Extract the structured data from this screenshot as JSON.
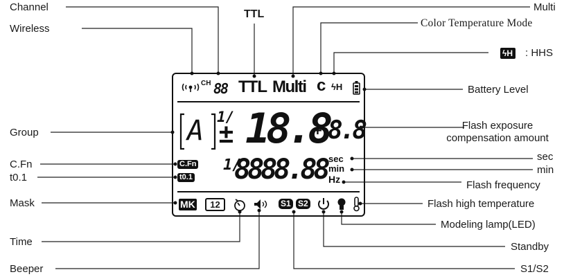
{
  "labels": {
    "channel": "Channel",
    "wireless": "Wireless",
    "ttl": "TTL",
    "multi": "Multi",
    "color_temp_mode": "Color Temperature Mode",
    "hhs_symbol": "ϟH",
    "hhs": ": HHS",
    "battery_level": "Battery Level",
    "group": "Group",
    "flash_exp_comp_line1": "Flash exposure",
    "flash_exp_comp_line2": "compensation amount",
    "cfn": "C.Fn",
    "t01": "t0.1",
    "sec": "sec",
    "min": "min",
    "flash_frequency": "Flash frequency",
    "mask": "Mask",
    "flash_high_temp": "Flash high temperature",
    "modeling_lamp": "Modeling lamp(LED)",
    "time": "Time",
    "standby": "Standby",
    "beeper": "Beeper",
    "s1s2": "S1/S2"
  },
  "lcd": {
    "ch": "CH",
    "ch_digits": "88",
    "ttl": "TTL",
    "multi": "Multi",
    "c": "c",
    "hhs": "ϟH",
    "group_letter": "A",
    "frac_top": "1/",
    "plusminus": "±",
    "power": "18.8",
    "plus": "+",
    "comp": "8.8",
    "cfn": "C.Fn",
    "t01": "t0.1",
    "freq_prefix": "1/",
    "freq_digits": "8888.88",
    "sec": "sec",
    "min": "min",
    "hz": "Hz",
    "mk": "MK",
    "mk_num": "12",
    "s1": "S1",
    "s2": "S2"
  }
}
